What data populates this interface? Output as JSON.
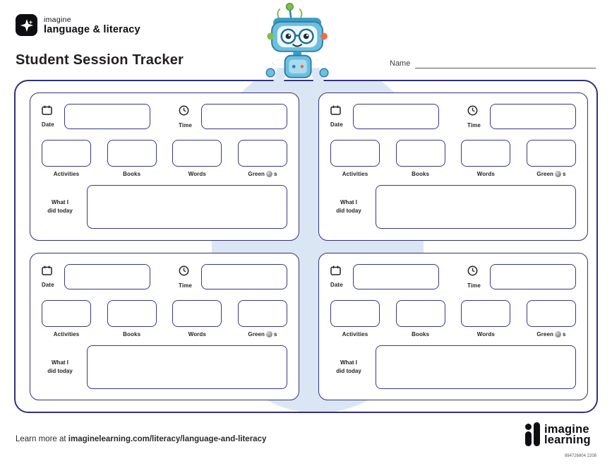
{
  "brand": {
    "logo_line1": "imagine",
    "logo_line2": "language & literacy"
  },
  "page": {
    "title": "Student Session Tracker",
    "name_label": "Name"
  },
  "card": {
    "date_label": "Date",
    "time_label": "Time",
    "activities_label": "Activities",
    "books_label": "Books",
    "words_label": "Words",
    "green_label_prefix": "Green",
    "green_label_suffix": "s",
    "what_label_line1": "What I",
    "what_label_line2": "did today"
  },
  "footer": {
    "learn_more_prefix": "Learn more at ",
    "learn_more_link": "imaginelearning.com/literacy/language-and-literacy",
    "logo_line1": "imagine",
    "logo_line2": "learning",
    "doc_number": "894726804 2208"
  },
  "icons": {
    "sparkle": "sparkle-icon",
    "calendar": "calendar-icon",
    "clock": "clock-icon",
    "green_token": "green-token-icon",
    "mascot": "robot-mascot"
  },
  "colors": {
    "navy_border": "#33317a",
    "light_blue": "#dbe6f5",
    "robot_teal": "#6cc0dd",
    "green": "#7ec04a",
    "orange": "#f26a4b",
    "black": "#0d0d12"
  }
}
